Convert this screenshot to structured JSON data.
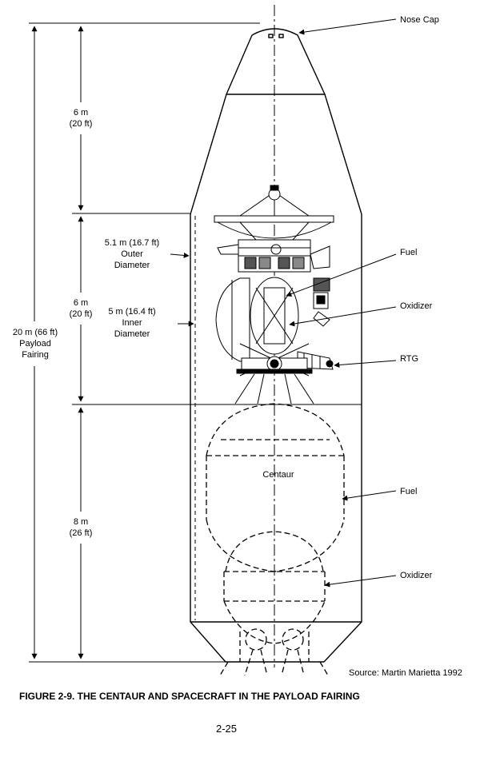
{
  "diagram": {
    "callouts": {
      "nose_cap": "Nose Cap",
      "sc_fuel": "Fuel",
      "sc_oxidizer": "Oxidizer",
      "rtg": "RTG",
      "centaur_fuel": "Fuel",
      "centaur_oxidizer": "Oxidizer"
    },
    "centaur_label": "Centaur",
    "dimensions": {
      "top_segment": [
        "6 m",
        "(20 ft)"
      ],
      "middle_segment": [
        "6 m",
        "(20 ft)"
      ],
      "bottom_segment": [
        "8 m",
        "(26 ft)"
      ],
      "total": [
        "20 m (66 ft)",
        "Payload",
        "Fairing"
      ],
      "outer_diameter": [
        "5.1 m (16.7 ft)",
        "Outer",
        "Diameter"
      ],
      "inner_diameter": [
        "5 m (16.4 ft)",
        "Inner",
        "Diameter"
      ]
    },
    "source": "Source:  Martin Marietta 1992"
  },
  "caption": "FIGURE 2-9.  THE CENTAUR AND SPACECRAFT IN THE PAYLOAD FAIRING",
  "page_number": "2-25"
}
